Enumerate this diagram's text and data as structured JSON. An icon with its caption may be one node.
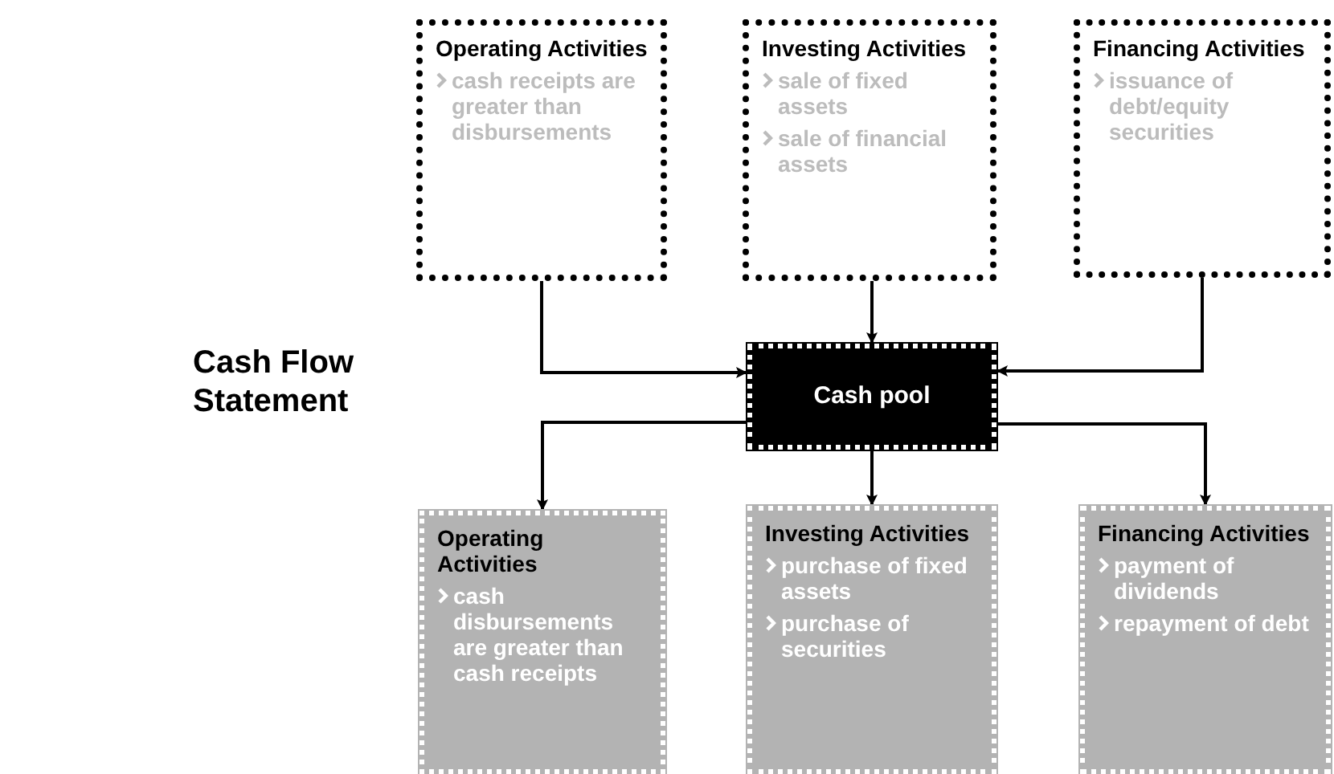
{
  "diagram": {
    "title": "Cash Flow Statement",
    "nodes": [
      {
        "text": [
          "Operating Activities",
          "cash receipts are greater than disbursements"
        ]
      },
      {
        "text": [
          "Investing Activities",
          "sale of fixed assets",
          "sale of financial assets"
        ]
      },
      {
        "text": [
          "Financing Activities",
          "issuance of debt/equity securities"
        ]
      },
      {
        "text": [
          "Cash pool"
        ]
      },
      {
        "text": [
          "Operating Activities",
          "cash disbursements are greater than cash receipts"
        ]
      },
      {
        "text": [
          "Investing Activities",
          "purchase of fixed assets",
          "purchase of securities"
        ]
      },
      {
        "text": [
          "Financing Activities",
          "payment of dividends",
          "repayment of debt"
        ]
      }
    ],
    "edges": [
      {
        "from": 0,
        "to": 3,
        "arrow": "to"
      },
      {
        "from": 1,
        "to": 3,
        "arrow": "to"
      },
      {
        "from": 2,
        "to": 3,
        "arrow": "to"
      },
      {
        "from": 3,
        "to": 4,
        "arrow": "to"
      },
      {
        "from": 3,
        "to": 5,
        "arrow": "to"
      },
      {
        "from": 3,
        "to": 6,
        "arrow": "to"
      }
    ]
  }
}
